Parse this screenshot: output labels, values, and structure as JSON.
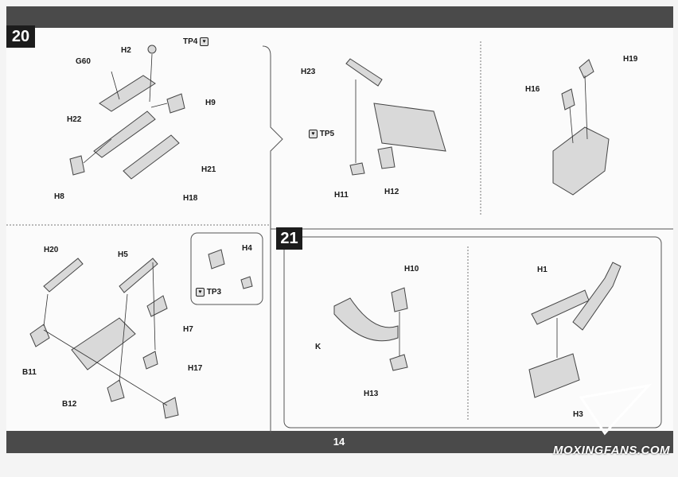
{
  "page": {
    "number": "14",
    "watermark": "MOXINGFANS.COM"
  },
  "step20": {
    "number": "20",
    "labels": {
      "tp4": "TP4",
      "g60": "G60",
      "h2": "H2",
      "h9": "H9",
      "h22": "H22",
      "h21": "H21",
      "h8": "H8",
      "h18": "H18",
      "h23": "H23",
      "tp5": "TP5",
      "h11": "H11",
      "h12": "H12",
      "h19": "H19",
      "h16": "H16",
      "h20": "H20",
      "h5": "H5",
      "h4": "H4",
      "tp3": "TP3",
      "h7": "H7",
      "b11": "B11",
      "h17": "H17",
      "b12": "B12"
    }
  },
  "step21": {
    "number": "21",
    "labels": {
      "h10": "H10",
      "k": "K",
      "h13": "H13",
      "h1": "H1",
      "h3": "H3"
    }
  }
}
